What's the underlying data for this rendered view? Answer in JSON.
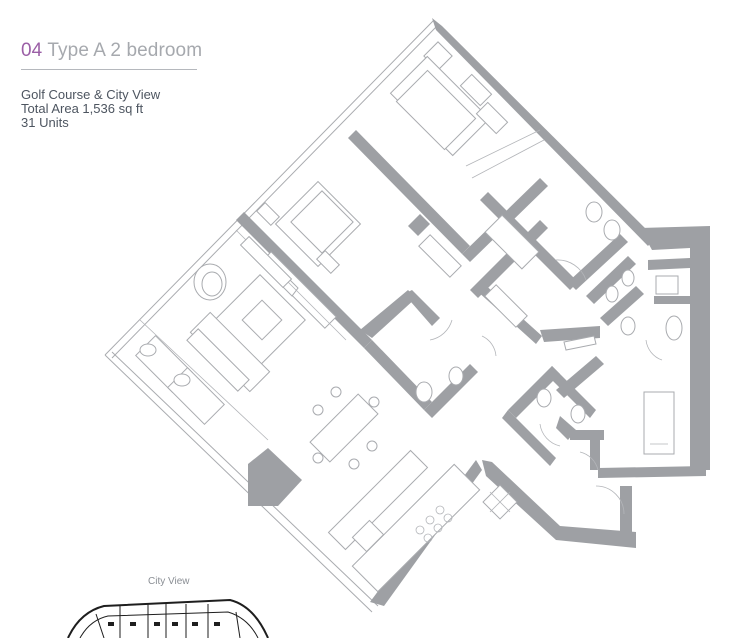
{
  "unit": {
    "number": "04",
    "title": "Type A 2 bedroom"
  },
  "details": {
    "view": "Golf Course & City View",
    "area": "Total Area 1,536 sq ft",
    "units": "31 Units"
  },
  "keyplan": {
    "label": "City View"
  },
  "colors": {
    "accent": "#9b5fa6",
    "wall": "#9ea0a4",
    "text": "#4d5560"
  }
}
